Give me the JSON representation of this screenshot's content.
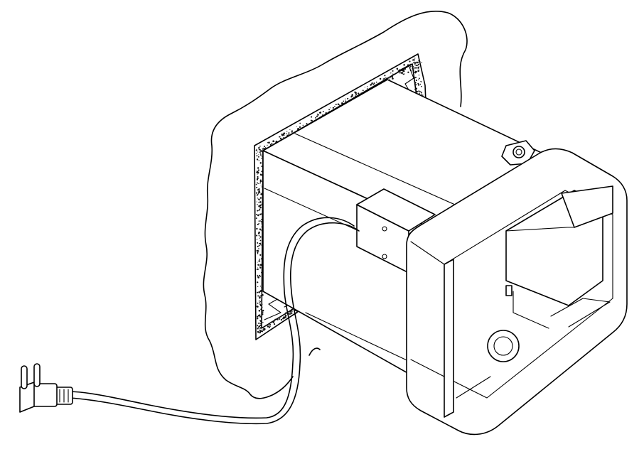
{
  "illustration": {
    "text_labels": [],
    "components": {
      "wall": "wall-opening",
      "gasket": "foam-gasket-frame",
      "housing": "rectangular-housing-body",
      "faceplate": "front-faceplate",
      "door": "hinged-access-door",
      "vent": "round-vent-port",
      "bracket": "side-mount-bracket",
      "fastener": "corner-bolt",
      "cord": "power-cord",
      "plug": "two-prong-plug"
    },
    "colors": {
      "stroke": "#000000",
      "background": "#ffffff",
      "gasket_speckle": "#111111"
    }
  }
}
